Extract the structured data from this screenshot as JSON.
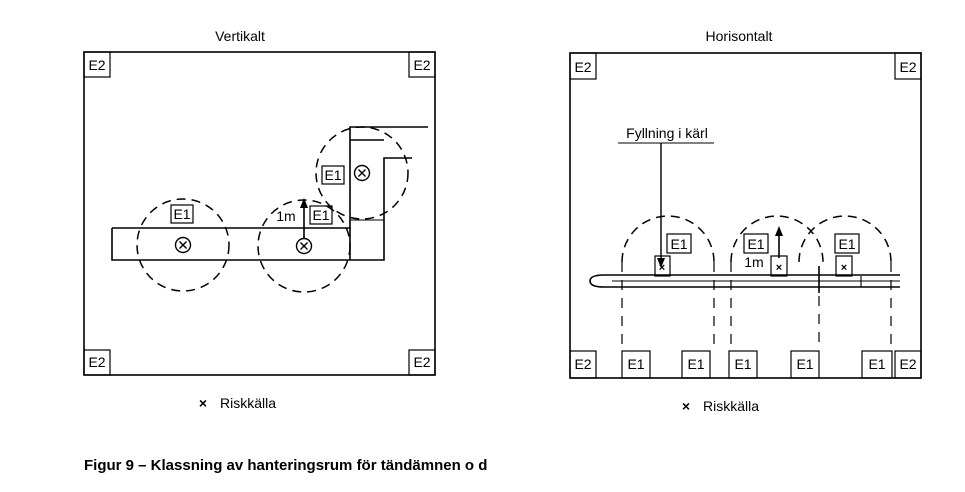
{
  "left_panel": {
    "title": "Vertikalt",
    "corner_zone": "E2",
    "zone_label": "E1",
    "distance_label": "1m"
  },
  "right_panel": {
    "title": "Horisontalt",
    "corner_zone": "E2",
    "zone_label": "E1",
    "distance_label": "1m",
    "annotation": "Fyllning i kärl"
  },
  "legend": {
    "symbol": "×",
    "label": "Riskkälla"
  },
  "caption": "Figur 9 –  Klassning av hanteringsrum för tändämnen o d"
}
